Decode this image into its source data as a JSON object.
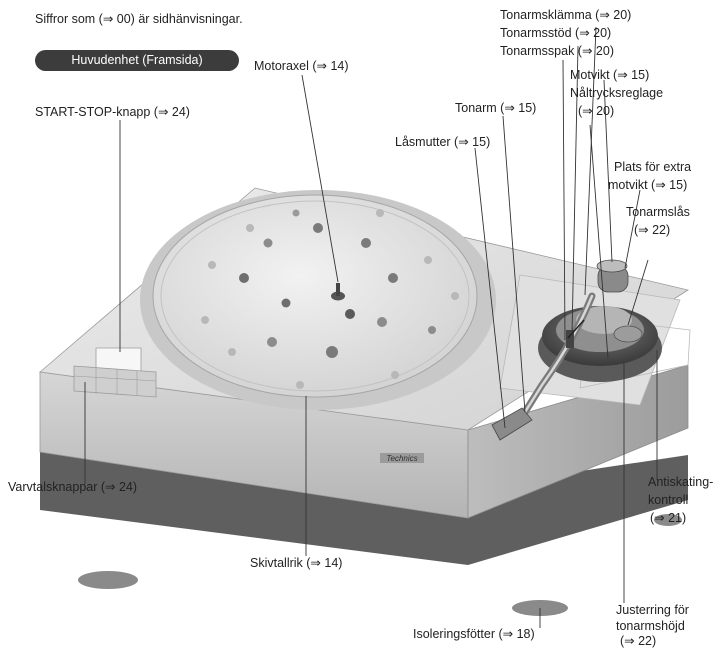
{
  "header": {
    "note": "Siffror som (⇒ 00) är sidhänvisningar.",
    "section_pill": "Huvudenhet (Framsida)"
  },
  "brand": "Technics",
  "callouts": {
    "motoraxel": "Motoraxel (⇒ 14)",
    "start_stop": "START-STOP-knapp (⇒ 24)",
    "tonarmsklamma": "Tonarmsklämma (⇒ 20)",
    "tonarmsstod": "Tonarmsstöd (⇒ 20)",
    "tonarmsspak": "Tonarmsspak (⇒ 20)",
    "motvikt": "Motvikt (⇒ 15)",
    "naltrycksreglage_1": "Nåltrycksreglage",
    "naltrycksreglage_2": "(⇒ 20)",
    "tonarm": "Tonarm (⇒ 15)",
    "lasmutter": "Låsmutter (⇒ 15)",
    "plats_extra_1": "Plats för extra",
    "plats_extra_2": "motvikt (⇒ 15)",
    "tonarmslas_1": "Tonarmslås",
    "tonarmslas_2": "(⇒ 22)",
    "varvtal": "Varvtalsknappar (⇒ 24)",
    "antiskating_1": "Antiskating-",
    "antiskating_2": "kontroll",
    "antiskating_3": "(⇒ 21)",
    "skivtallrik": "Skivtallrik (⇒ 14)",
    "justerring_1": "Justerring för",
    "justerring_2": "tonarmshöjd",
    "justerring_3": "(⇒ 22)",
    "isolering": "Isoleringsfötter (⇒ 18)"
  }
}
